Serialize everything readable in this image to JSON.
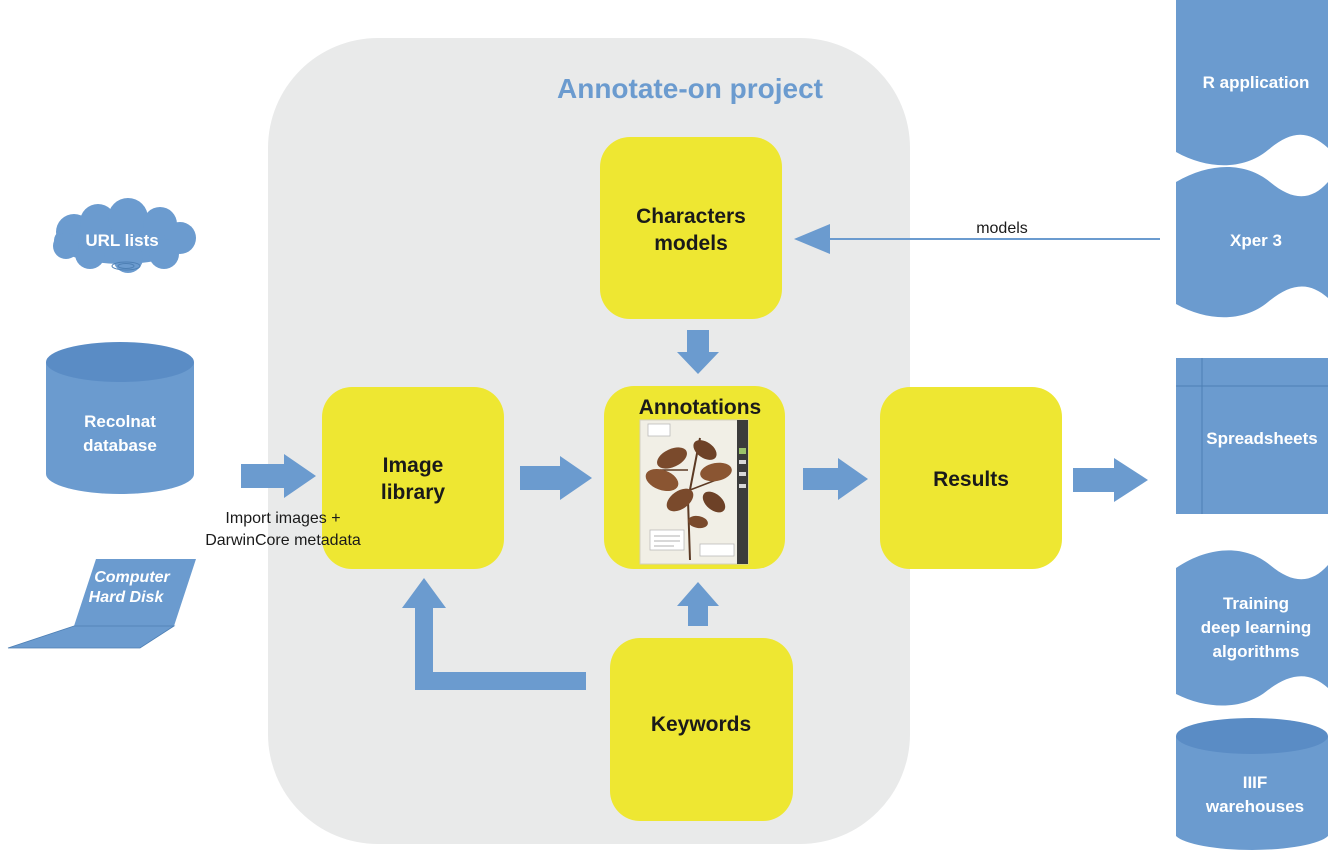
{
  "project": {
    "title": "Annotate-on project"
  },
  "boxes": {
    "characters_models": [
      "Characters",
      "models"
    ],
    "annotations": "Annotations",
    "image_library": [
      "Image",
      "library"
    ],
    "results": "Results",
    "keywords": "Keywords"
  },
  "sources": {
    "url_lists": "URL lists",
    "recolnat": [
      "Recolnat",
      "database"
    ],
    "computer": [
      "Computer",
      "Hard Disk"
    ]
  },
  "outputs": {
    "r_application": "R application",
    "xper3": "Xper 3",
    "spreadsheets": "Spreadsheets",
    "training": [
      "Training",
      "deep learning",
      "algorithms"
    ],
    "iiif": [
      "IIIF",
      "warehouses"
    ]
  },
  "edge_labels": {
    "models": "models",
    "import": [
      "Import images +",
      "DarwinCore metadata"
    ]
  },
  "colors": {
    "panel": "#e9eaea",
    "yellow_box": "#eee732",
    "blue_shape": "#6b9bcf",
    "blue_dark": "#4d7fb4",
    "title_blue": "#6b9bcf",
    "text_dark": "#1a1a1a"
  }
}
